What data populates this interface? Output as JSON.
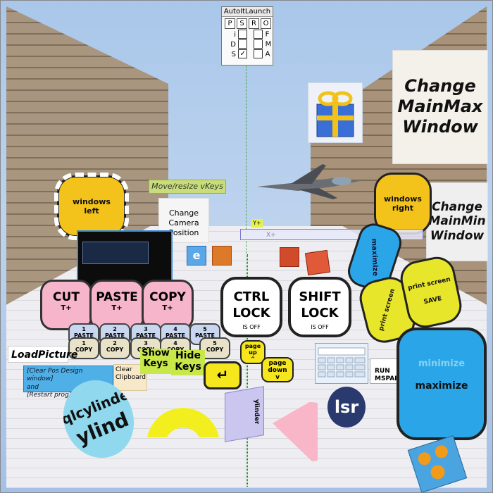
{
  "launcher": {
    "title": "AutoItLaunch",
    "headers": [
      "P",
      "S",
      "R",
      "O"
    ],
    "rows": [
      {
        "left_label": "i",
        "left_checked": false,
        "right_label": "F",
        "right_checked": false
      },
      {
        "left_label": "D",
        "left_checked": false,
        "right_label": "M",
        "right_checked": false
      },
      {
        "left_label": "S",
        "left_checked": true,
        "right_label": "A",
        "right_checked": false
      }
    ]
  },
  "scene": {
    "change_mainmax": [
      "Change",
      "MainMax",
      "Window"
    ],
    "change_mainmin": [
      "Change",
      "MainMin",
      "Window"
    ],
    "windows_left": [
      "windows",
      "left"
    ],
    "windows_right": [
      "windows",
      "right"
    ],
    "move_resize": "Move/resize vKeys",
    "change_camera": [
      "Change",
      "Camera",
      "Position"
    ],
    "axis_y": "Y+",
    "axis_x": "X+",
    "maximize_side": "maximize",
    "print_screen": "print screen",
    "print_screen_save": [
      "print screen",
      "SAVE"
    ],
    "cut": {
      "label": "CUT",
      "sub": "T+"
    },
    "paste": {
      "label": "PASTE",
      "sub": "T+"
    },
    "copy": {
      "label": "COPY",
      "sub": "T+"
    },
    "ctrl_lock": {
      "label": [
        "CTRL",
        "LOCK"
      ],
      "sub": "IS OFF"
    },
    "shift_lock": {
      "label": [
        "SHIFT",
        "LOCK"
      ],
      "sub": "IS OFF"
    },
    "paste_slots": [
      {
        "num": "1",
        "label": "PASTE"
      },
      {
        "num": "2",
        "label": "PASTE"
      },
      {
        "num": "3",
        "label": "PASTE"
      },
      {
        "num": "4",
        "label": "PASTE"
      },
      {
        "num": "5",
        "label": "PASTE"
      }
    ],
    "copy_slots": [
      {
        "num": "1",
        "label": "COPY"
      },
      {
        "num": "2",
        "label": "COPY"
      },
      {
        "num": "3",
        "label": "COPY"
      },
      {
        "num": "4",
        "label": "COPY"
      },
      {
        "num": "5",
        "label": "COPY"
      }
    ],
    "load_picture": "LoadPicture",
    "clear_pos": [
      "[Clear Pos Design window]",
      "and",
      "[Restart prog]"
    ],
    "clear_clipboard": [
      "Clear",
      "Clipboard"
    ],
    "show_keys": [
      "Show",
      "Keys"
    ],
    "hide_keys": [
      "Hide",
      "Keys"
    ],
    "enter_symbol": "↵",
    "page_up": [
      "page",
      "up",
      "^"
    ],
    "page_down": [
      "page",
      "down",
      "v"
    ],
    "run_mspaint": [
      "RUN",
      "MSPAINT"
    ],
    "minimize": "minimize",
    "maximize_big": "maximize",
    "qlcylinder": "qlcylinder",
    "cylinder_side": "ylind",
    "cube_text": "ylinder",
    "disk_text": "lsr"
  },
  "colors": {
    "sky": "#a9c7ea",
    "yellow": "#f3c21b",
    "pink": "#f7b5cc",
    "blue": "#2aa6e8",
    "lime": "#c8e84a"
  }
}
